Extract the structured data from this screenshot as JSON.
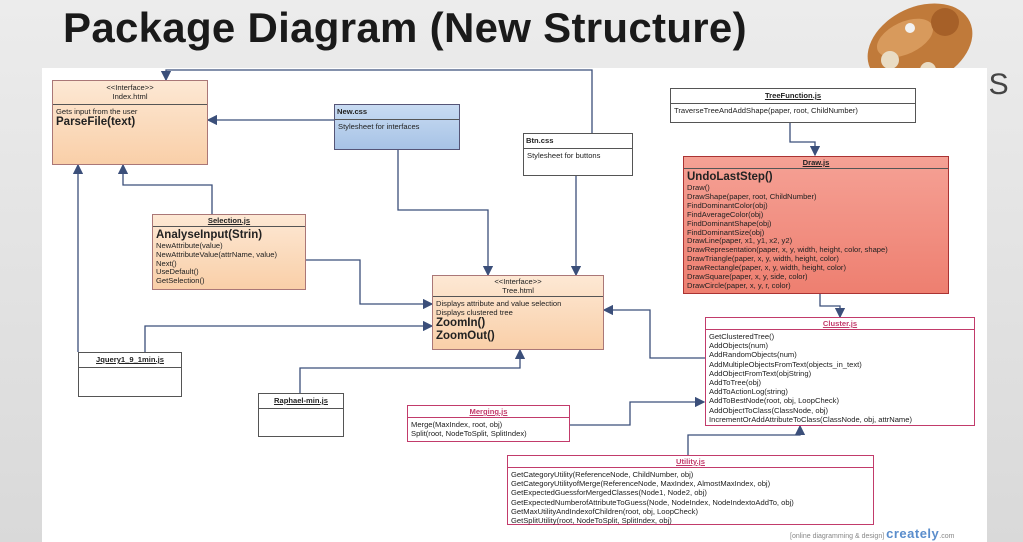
{
  "title": "Package Diagram (New Structure)",
  "logo_partial_text": "LS",
  "footer": {
    "tagline": "[online diagramming & design]",
    "brand": "creately",
    "brand_suffix": ".com"
  },
  "boxes": {
    "index": {
      "stereotype": "<<Interface>>",
      "name": "Index.html",
      "lines": [
        "Gets input from the user"
      ],
      "big": [
        "ParseFile(text)"
      ]
    },
    "newcss": {
      "name": "New.css",
      "lines": [
        "Stylesheet for interfaces"
      ]
    },
    "btncss": {
      "name": "Btn.css",
      "lines": [
        "Stylesheet for buttons"
      ]
    },
    "treefunction": {
      "name": "TreeFunction.js",
      "lines": [
        "TraverseTreeAndAddShape(paper, root, ChildNumber)"
      ]
    },
    "draw": {
      "name": "Draw.js",
      "big": [
        "UndoLastStep()"
      ],
      "lines": [
        "Draw()",
        "DrawShape(paper, root, ChildNumber)",
        "FindDominantColor(obj)",
        "FindAverageColor(obj)",
        "FindDominantShape(obj)",
        "FindDominantSize(obj)",
        "DrawLine(paper, x1, y1, x2, y2)",
        "DrawRepresentation(paper, x, y, width, height, color, shape)",
        "DrawTriangle(paper, x, y, width, height, color)",
        "DrawRectangle(paper, x, y, width, height, color)",
        "DrawSquare(paper, x, y, side, color)",
        "DrawCircle(paper, x, y, r, color)"
      ]
    },
    "selection": {
      "name": "Selection.js",
      "big": [
        "AnalyseInput(Strin)"
      ],
      "lines": [
        "NewAttribute(value)",
        "NewAttributeValue(attrName, value)",
        "Next()",
        "UseDefault()",
        "GetSelection()"
      ]
    },
    "tree": {
      "stereotype": "<<Interface>>",
      "name": "Tree.html",
      "lines": [
        "Displays attribute and value selection",
        "Displays clustered tree"
      ],
      "big": [
        "ZoomIn()",
        "ZoomOut()"
      ]
    },
    "jquery": {
      "name": "Jquery1_9_1min.js"
    },
    "raphael": {
      "name": "Raphael-min.js"
    },
    "cluster": {
      "name": "Cluster.js",
      "lines": [
        "GetClusteredTree()",
        "AddObjects(num)",
        "AddRandomObjects(num)",
        "AddMultipleObjectsFromText(objects_in_text)",
        "AddObjectFromText(objString)",
        "AddToTree(obj)",
        "AddToActionLog(string)",
        "AddToBestNode(root, obj, LoopCheck)",
        "AddObjectToClass(ClassNode, obj)",
        "IncrementOrAddAttributeToClass(ClassNode, obj, attrName)"
      ]
    },
    "merging": {
      "name": "Merging.js",
      "lines": [
        "Merge(MaxIndex, root, obj)",
        "Split(root, NodeToSplit, SplitIndex)"
      ]
    },
    "utility": {
      "name": "Utility.js",
      "lines": [
        "GetCategoryUtility(ReferenceNode, ChildNumber, obj)",
        "GetCategoryUtilityofMerge(ReferenceNode, MaxIndex, AlmostMaxIndex, obj)",
        "GetExpectedGuessforMergedClasses(Node1, Node2, obj)",
        "GetExpectedNumberofAttributeToGuess(Node, NodeIndex, NodeIndextoAddTo, obj)",
        "GetMaxUtilityAndIndexofChildren(root, obj, LoopCheck)",
        "GetSplitUtility(root, NodeToSplit, SplitIndex, obj)"
      ]
    }
  },
  "colors": {
    "orange": "#f9cfa8",
    "red": "#ee7f70",
    "blue": "#a7c3e6",
    "pink_border": "#c23b6b",
    "arrow": "#3b4f7a"
  }
}
